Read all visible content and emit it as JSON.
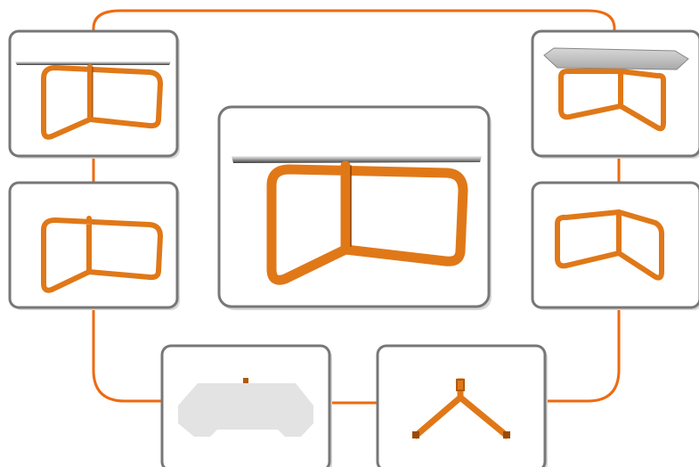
{
  "diagram": {
    "accent_color": "#ee6a10",
    "frame_color": "#777777",
    "strap_color": "#e07818",
    "glass_color": "#cfcfcf",
    "panels": [
      {
        "id": "table-side-view",
        "icon": "table-with-top-side-view"
      },
      {
        "id": "frame-side-view",
        "icon": "frame-side-view"
      },
      {
        "id": "table-center-view",
        "icon": "table-with-top-large-view"
      },
      {
        "id": "table-perspective-view",
        "icon": "table-with-top-perspective-view"
      },
      {
        "id": "frame-perspective-view",
        "icon": "frame-perspective-view"
      },
      {
        "id": "top-plan-view",
        "icon": "tabletop-plan-view"
      },
      {
        "id": "base-plan-view",
        "icon": "y-shaped-base-plan-view"
      }
    ]
  }
}
